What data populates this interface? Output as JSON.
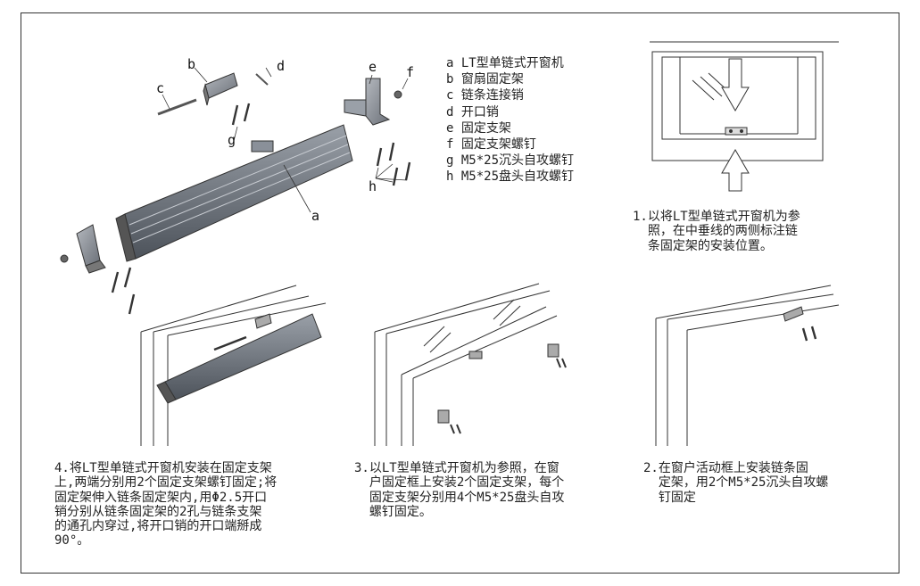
{
  "labels": {
    "a": "a",
    "b": "b",
    "c": "c",
    "d": "d",
    "e": "e",
    "f": "f",
    "g": "g",
    "h": "h"
  },
  "legend": [
    "a LT型单链式开窗机",
    "b 窗扇固定架",
    "c 链条连接销",
    "d 开口销",
    "e 固定支架",
    "f 固定支架螺钉",
    "g M5*25沉头自攻螺钉",
    "h M5*25盘头自攻螺钉"
  ],
  "steps": [
    "1.以将LT型单链式开窗机为参\n  照，在中垂线的两侧标注链\n  条固定架的安装位置。",
    "2.在窗户活动框上安装链条固\n  定架，用2个M5*25沉头自攻螺\n  钉固定",
    "3.以LT型单链式开窗机为参照，在窗\n  户固定框上安装2个固定支架，每个\n  固定支架分别用4个M5*25盘头自攻\n  螺钉固定。",
    "4.将LT型单链式开窗机安装在固定支架\n上,两端分别用2个固定支架螺钉固定;将\n固定架伸入链条固定架内,用Φ2.5开口\n销分别从链条固定架的2孔与链条支架\n的通孔内穿过,将开口销的开口端掰成\n90°。"
  ],
  "colors": {
    "line": "#333333",
    "body": "#6b7280",
    "body_dark": "#4b5563",
    "bracket": "#8a8f98"
  }
}
